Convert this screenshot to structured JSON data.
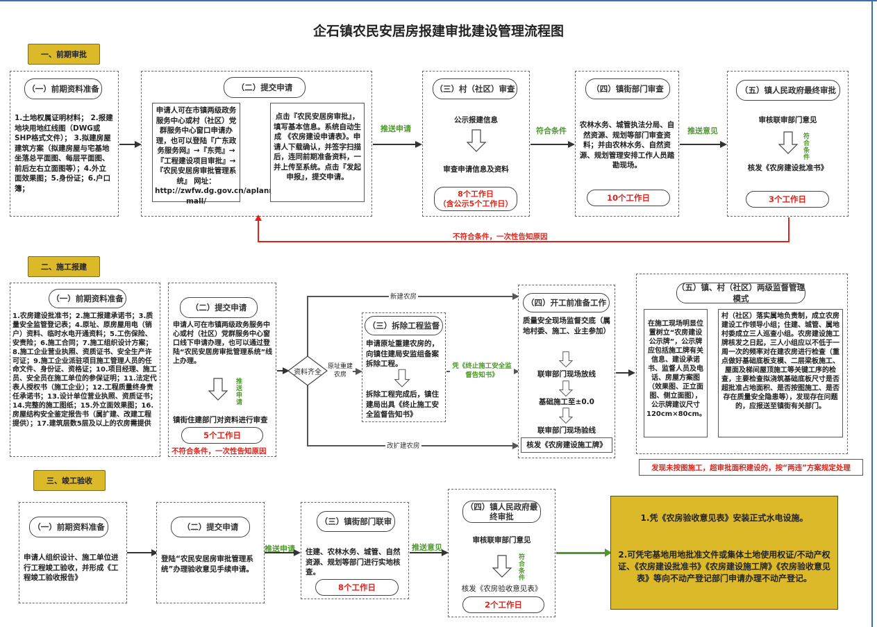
{
  "title": "企石镇农民安居房报建审批建设管理流程图",
  "colors": {
    "accent_yellow": "#dcb928",
    "green": "#4d9a2a",
    "red": "#e0231a",
    "frame_blue": "#3d6fae"
  },
  "section1": {
    "label": "一、前期审批",
    "step1": {
      "title": "（一）前期资料准备",
      "body": "1.土地权属证明材料； 2.报建地块用地红线图（DWG或SHP格式文件）； 3.拟建房屋建筑方案（拟建房屋与宅基地坐落总平面图、每层平面图、前后左右立面图等）；4.外立面效果图；5.身份证；6.户口簿；"
    },
    "step2": {
      "title": "（二）提交申请",
      "left_box": "申请人可在市镇两级政务服务中心或村（社区）党群服务中心窗口申请办理，也可以登陆『广东政务服务网』→『东莞』→『工程建设项目审批』→『农民安居房审批管理系统』 网址：http://zwfw.dg.gov.cn/aplanmis-mall/",
      "right_box": "点击『农民安居房审批』，填写基本信息。系统自动生成 《农房建设申请表》。申请人下载确认，并签字扫描后，连同前期准备资料，一并上传至系统。点击『发起申报』，提交申请。"
    },
    "arrow_2_3": "推送申请",
    "step3": {
      "title": "（三）村（社区）审查",
      "line1": "公示报建信息",
      "line2": "审查申请信息及资料",
      "days": "8个工作日",
      "days_note": "（含公示5个工作日）"
    },
    "arrow_3_4": "符合条件",
    "step4": {
      "title": "（四）镇街部门审查",
      "body": "农林水务、城管执法分局、自然资源、规划等部门审查资料；并由农林水务、自然资源、规划管理安排工作人员踏勘现场。",
      "days": "10个工作日"
    },
    "arrow_4_5": "推送意见",
    "step5": {
      "title": "（五）镇人民政府最终审批",
      "line1": "审核联审部门意见",
      "condition": "符合条件",
      "line2": "核发《农房建设批准书》",
      "days": "3个工作日"
    },
    "feedback": "不符合条件，一次性告知原因"
  },
  "section2": {
    "label": "二、施工报建",
    "step1": {
      "title": "（一）前期资料准备",
      "body": "1.农房建设批准书；2.施工报建承诺书；3.质量安全监管登记表；4.原址、原房屋用电（销户）资料、临时水电开通资料；5.工伤保险、安责险；6.施工合同；7.施工组织设计方案；8.施工企业营业执照、资质证书、安全生产许可证；9.施工企业派驻项目施工管理人员的任命文件、身份证、资格证；10.项目经理、施工员、安全员在施工单位的参保证明；11.法定代表人授权书（施工企业）；12.工程质量终身责任承诺书；13.设计单位营业执照、资质证书；14.完整的施工图纸；15.外立面效果图；16.房屋结构安全鉴定报告书（属扩建、改建工程提供）；17.建筑层数5层及以上的农房需提供"
    },
    "step2": {
      "title": "（二）提交申请",
      "body": "申请人可在市镇两级政务服务中心或村（社区）党群服务中心窗口线下申请办理，也可以通过登陆“农民安居房审批管理系统”线上办理。",
      "arrow_text": "推送申请",
      "review": "镇街住建部门对资料进行审查",
      "days": "5个工作日",
      "reject": "不符合条件，一次性告知原因"
    },
    "decision": "资料齐全",
    "branch_new": "新建农房",
    "branch_rebuild": "原址重建农房",
    "branch_expand": "改扩建农房",
    "step3": {
      "title": "（三）拆除工程监督",
      "line1": "申请原址重建农房的，向镇住建局安监组备案拆除工程。",
      "line2": "拆除工程完成后，镇住建局出具《终止施工安全监督告知书》"
    },
    "arrow_3_4": "凭《终止施工安全监督告知书》",
    "step4": {
      "title": "（四）开工前准备工作",
      "items": [
        "质量安全现场监督交底（属地村委、施工、业主参加）",
        "联审部门现场放线",
        "基础施工至±0.0",
        "联审部门现场验线"
      ],
      "issue": "核发《农房建设施工牌》"
    },
    "step5": {
      "title": "（五）镇、村（社区）两级监督管理模式",
      "left_box": "在施工现场明显位置树立“农房建设公示牌”，公示牌应包括施工牌有关信息、建设承诺书、监督人员及电话、房屋方案图（效果图、正立面图、侧立面图），公示牌建议尺寸120cm×80cm。",
      "right_box": "村（社区）落实属地负责制，成立农房建设工作领导小组；住建、城管、属地村委成立三人巡查小组。农房建设施工牌核发之日起，三人小组应以不低于一周一次的频率对在建农房进行检查（重点做好基础底板支模、二层梁板施工、屋面及梯间屋顶施工等关键工序的检查，主要检查拟浇筑基础底板尺寸是否超批准占地面积、是否按图施工、是否存在质量安全隐患等），发现存在问题的，应报送至镇街有关部门。"
    },
    "warning": "发现未按图施工，超审批面积建设的，按“两违”方案规定处理"
  },
  "section3": {
    "label": "三、竣工验收",
    "step1": {
      "title": "（一）前期资料准备",
      "body": "申请人组织设计、施工单位进行工程竣工验收，并形成《工程竣工验收报告》"
    },
    "step2": {
      "title": "（二）提交申请",
      "body": "登陆“农民安居房审批管理系统”办理验收意见手续申请。"
    },
    "arrow_2_3": "推送申请",
    "step3": {
      "title": "（三）镇街部门联审",
      "body": "住建、农林水务、城管、自然资源、规划等部门进行实地核查。",
      "days": "8个工作日"
    },
    "arrow_3_4": "推送意见",
    "step4": {
      "title": "（四）镇人民政府最终审批",
      "line1": "审核联审部门意见",
      "condition": "符合条件",
      "line2": "核发《农房验收意见表》",
      "days": "2个工作日"
    },
    "final": {
      "item1": "1.凭《农房验收意见表》安装正式水电设施。",
      "item2": "2.可凭宅基地用地批准文件或集体土地使用权证/不动产权证、《农房建设批准书》《农房建设施工牌》《农房验收意见表》等向不动产登记部门申请办理不动产登记。"
    }
  }
}
